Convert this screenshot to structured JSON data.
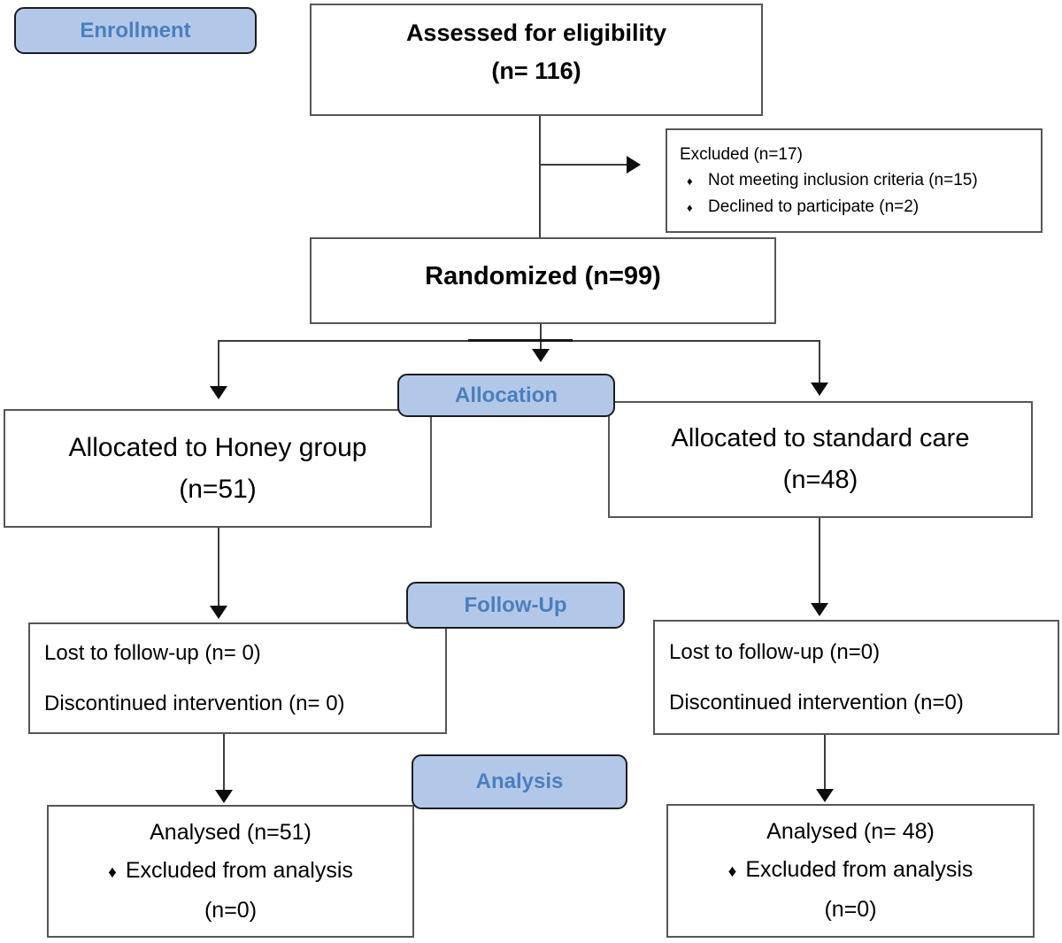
{
  "diagram": {
    "bullet_glyph": "♦",
    "colors": {
      "label_fill": "#b3c8e9",
      "label_text": "#4a7fbe",
      "box_border": "#565656",
      "line": "#3c3c3c",
      "arrow": "#0d0d0d"
    },
    "stage_labels": {
      "enrollment": "Enrollment",
      "allocation": "Allocation",
      "followup": "Follow-Up",
      "analysis": "Analysis"
    },
    "boxes": {
      "assessed": {
        "line1": "Assessed for eligibility",
        "line2": "(n= 116)"
      },
      "excluded": {
        "title": "Excluded (n=17)",
        "bullets": [
          "Not meeting inclusion criteria (n=15)",
          "Declined to participate (n=2)"
        ]
      },
      "randomized": {
        "text": "Randomized (n=99)"
      },
      "alloc_left": {
        "line1": "Allocated to Honey group",
        "line2": "(n=51)"
      },
      "alloc_right": {
        "line1": "Allocated to standard care",
        "line2": "(n=48)"
      },
      "fu_left": {
        "line1": "Lost to follow-up (n= 0)",
        "line2": "Discontinued intervention (n= 0)"
      },
      "fu_right": {
        "line1": "Lost to follow-up (n=0)",
        "line2": "Discontinued intervention (n=0)"
      },
      "an_left": {
        "line1": "Analysed (n=51)",
        "line2": "Excluded from analysis",
        "line3": "(n=0)"
      },
      "an_right": {
        "line1": "Analysed (n= 48)",
        "line2": "Excluded from analysis",
        "line3": "(n=0)"
      }
    }
  }
}
